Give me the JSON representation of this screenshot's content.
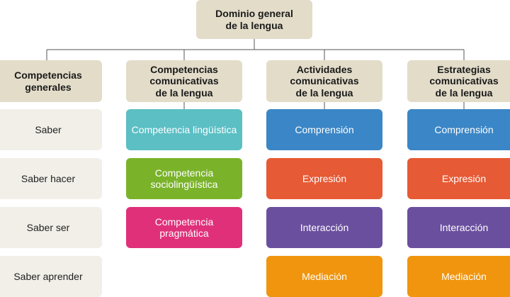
{
  "root": {
    "label": "Dominio general\nde la lengua"
  },
  "columns": [
    {
      "header": "Competencias\ngenerales",
      "items": [
        {
          "label": "Saber",
          "color": "#f1efe8"
        },
        {
          "label": "Saber hacer",
          "color": "#f1efe8"
        },
        {
          "label": "Saber ser",
          "color": "#f1efe8"
        },
        {
          "label": "Saber aprender",
          "color": "#f1efe8"
        }
      ]
    },
    {
      "header": "Competencias\ncomunicativas\nde la lengua",
      "items": [
        {
          "label": "Competencia lingüística",
          "color": "#5bbfc4"
        },
        {
          "label": "Competencia\nsociolingüística",
          "color": "#7ab32a"
        },
        {
          "label": "Competencia\npragmática",
          "color": "#e0307a"
        }
      ]
    },
    {
      "header": "Actividades\ncomunicativas\nde la lengua",
      "items": [
        {
          "label": "Comprensión",
          "color": "#3b86c6"
        },
        {
          "label": "Expresión",
          "color": "#e65a35"
        },
        {
          "label": "Interacción",
          "color": "#6b4f9f"
        },
        {
          "label": "Mediación",
          "color": "#f0950d"
        }
      ]
    },
    {
      "header": "Estrategias\ncomunicativas\nde la lengua",
      "items": [
        {
          "label": "Comprensión",
          "color": "#3b86c6"
        },
        {
          "label": "Expresión",
          "color": "#e65a35"
        },
        {
          "label": "Interacción",
          "color": "#6b4f9f"
        },
        {
          "label": "Mediación",
          "color": "#f0950d"
        }
      ]
    }
  ],
  "colors": {
    "header_bg": "#e2dcc9",
    "connector": "#555555"
  }
}
